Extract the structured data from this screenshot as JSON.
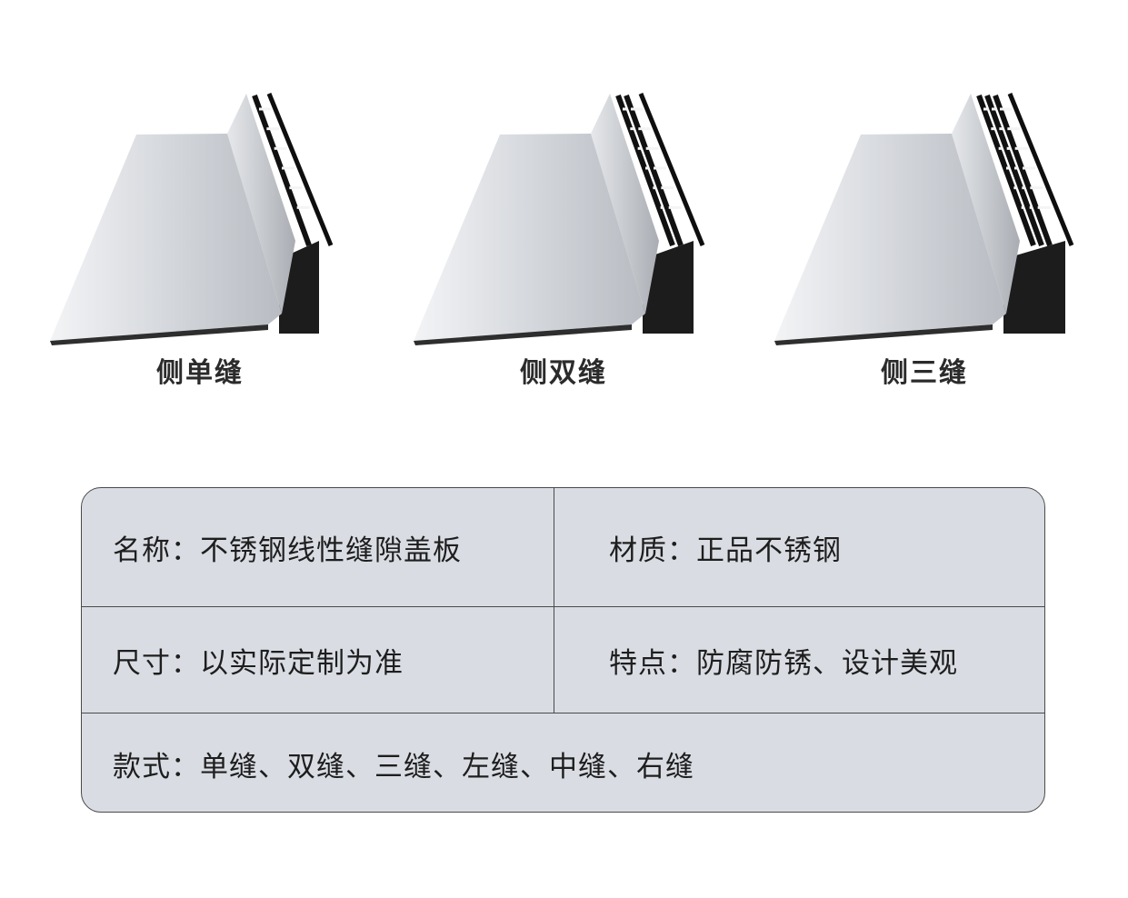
{
  "products": [
    {
      "label": "侧单缝",
      "slots": 1
    },
    {
      "label": "侧双缝",
      "slots": 2
    },
    {
      "label": "侧三缝",
      "slots": 3
    }
  ],
  "specs": {
    "name": "名称：不锈钢线性缝隙盖板",
    "material": "材质：正品不锈钢",
    "size": "尺寸：以实际定制为准",
    "features": "特点：防腐防锈、设计美观",
    "styles": "款式：单缝、双缝、三缝、左缝、中缝、右缝"
  }
}
